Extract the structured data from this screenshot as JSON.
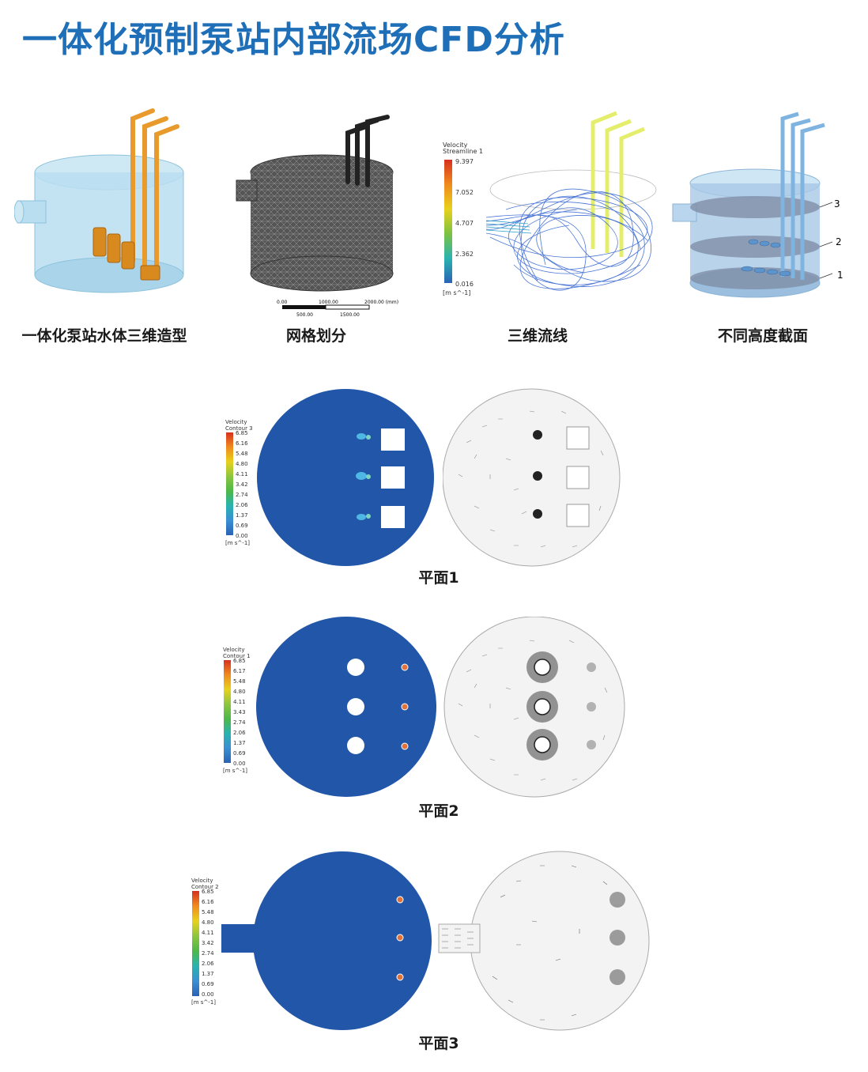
{
  "title": "一体化预制泵站内部流场CFD分析",
  "colors": {
    "title": "#1f6fb8",
    "contour_fill": "#2256a8",
    "vector_bg": "#f3f3f3",
    "pipe_orange": "#e89a2c",
    "water_blue": "#9ccfe6"
  },
  "top_figures": [
    {
      "caption": "一体化泵站水体三维造型"
    },
    {
      "caption": "网格划分",
      "scale": {
        "t0": "0.00",
        "t1": "1000.00",
        "t2": "2000.00 (mm)",
        "b1": "500.00",
        "b2": "1500.00"
      }
    },
    {
      "caption": "三维流线",
      "legend": {
        "name1": "Velocity",
        "name2": "Streamline 1",
        "ticks": [
          "9.397",
          "7.052",
          "4.707",
          "2.362",
          "0.016"
        ],
        "unit": "[m s^-1]"
      }
    },
    {
      "caption": "不同高度截面",
      "labels": [
        "3",
        "2",
        "1"
      ]
    }
  ],
  "planes": [
    {
      "caption": "平面1",
      "legend": {
        "name1": "Velocity",
        "name2": "Contour 3",
        "ticks": [
          "6.85",
          "6.16",
          "5.48",
          "4.80",
          "4.11",
          "3.42",
          "2.74",
          "2.06",
          "1.37",
          "0.69",
          "0.00"
        ],
        "unit": "[m s^-1]"
      }
    },
    {
      "caption": "平面2",
      "legend": {
        "name1": "Velocity",
        "name2": "Contour 1",
        "ticks": [
          "6.85",
          "6.17",
          "5.48",
          "4.80",
          "4.11",
          "3.43",
          "2.74",
          "2.06",
          "1.37",
          "0.69",
          "0.00"
        ],
        "unit": "[m s^-1]"
      }
    },
    {
      "caption": "平面3",
      "legend": {
        "name1": "Velocity",
        "name2": "Contour 2",
        "ticks": [
          "6.85",
          "6.16",
          "5.48",
          "4.80",
          "4.11",
          "3.42",
          "2.74",
          "2.06",
          "1.37",
          "0.69",
          "0.00"
        ],
        "unit": "[m s^-1]"
      }
    }
  ]
}
